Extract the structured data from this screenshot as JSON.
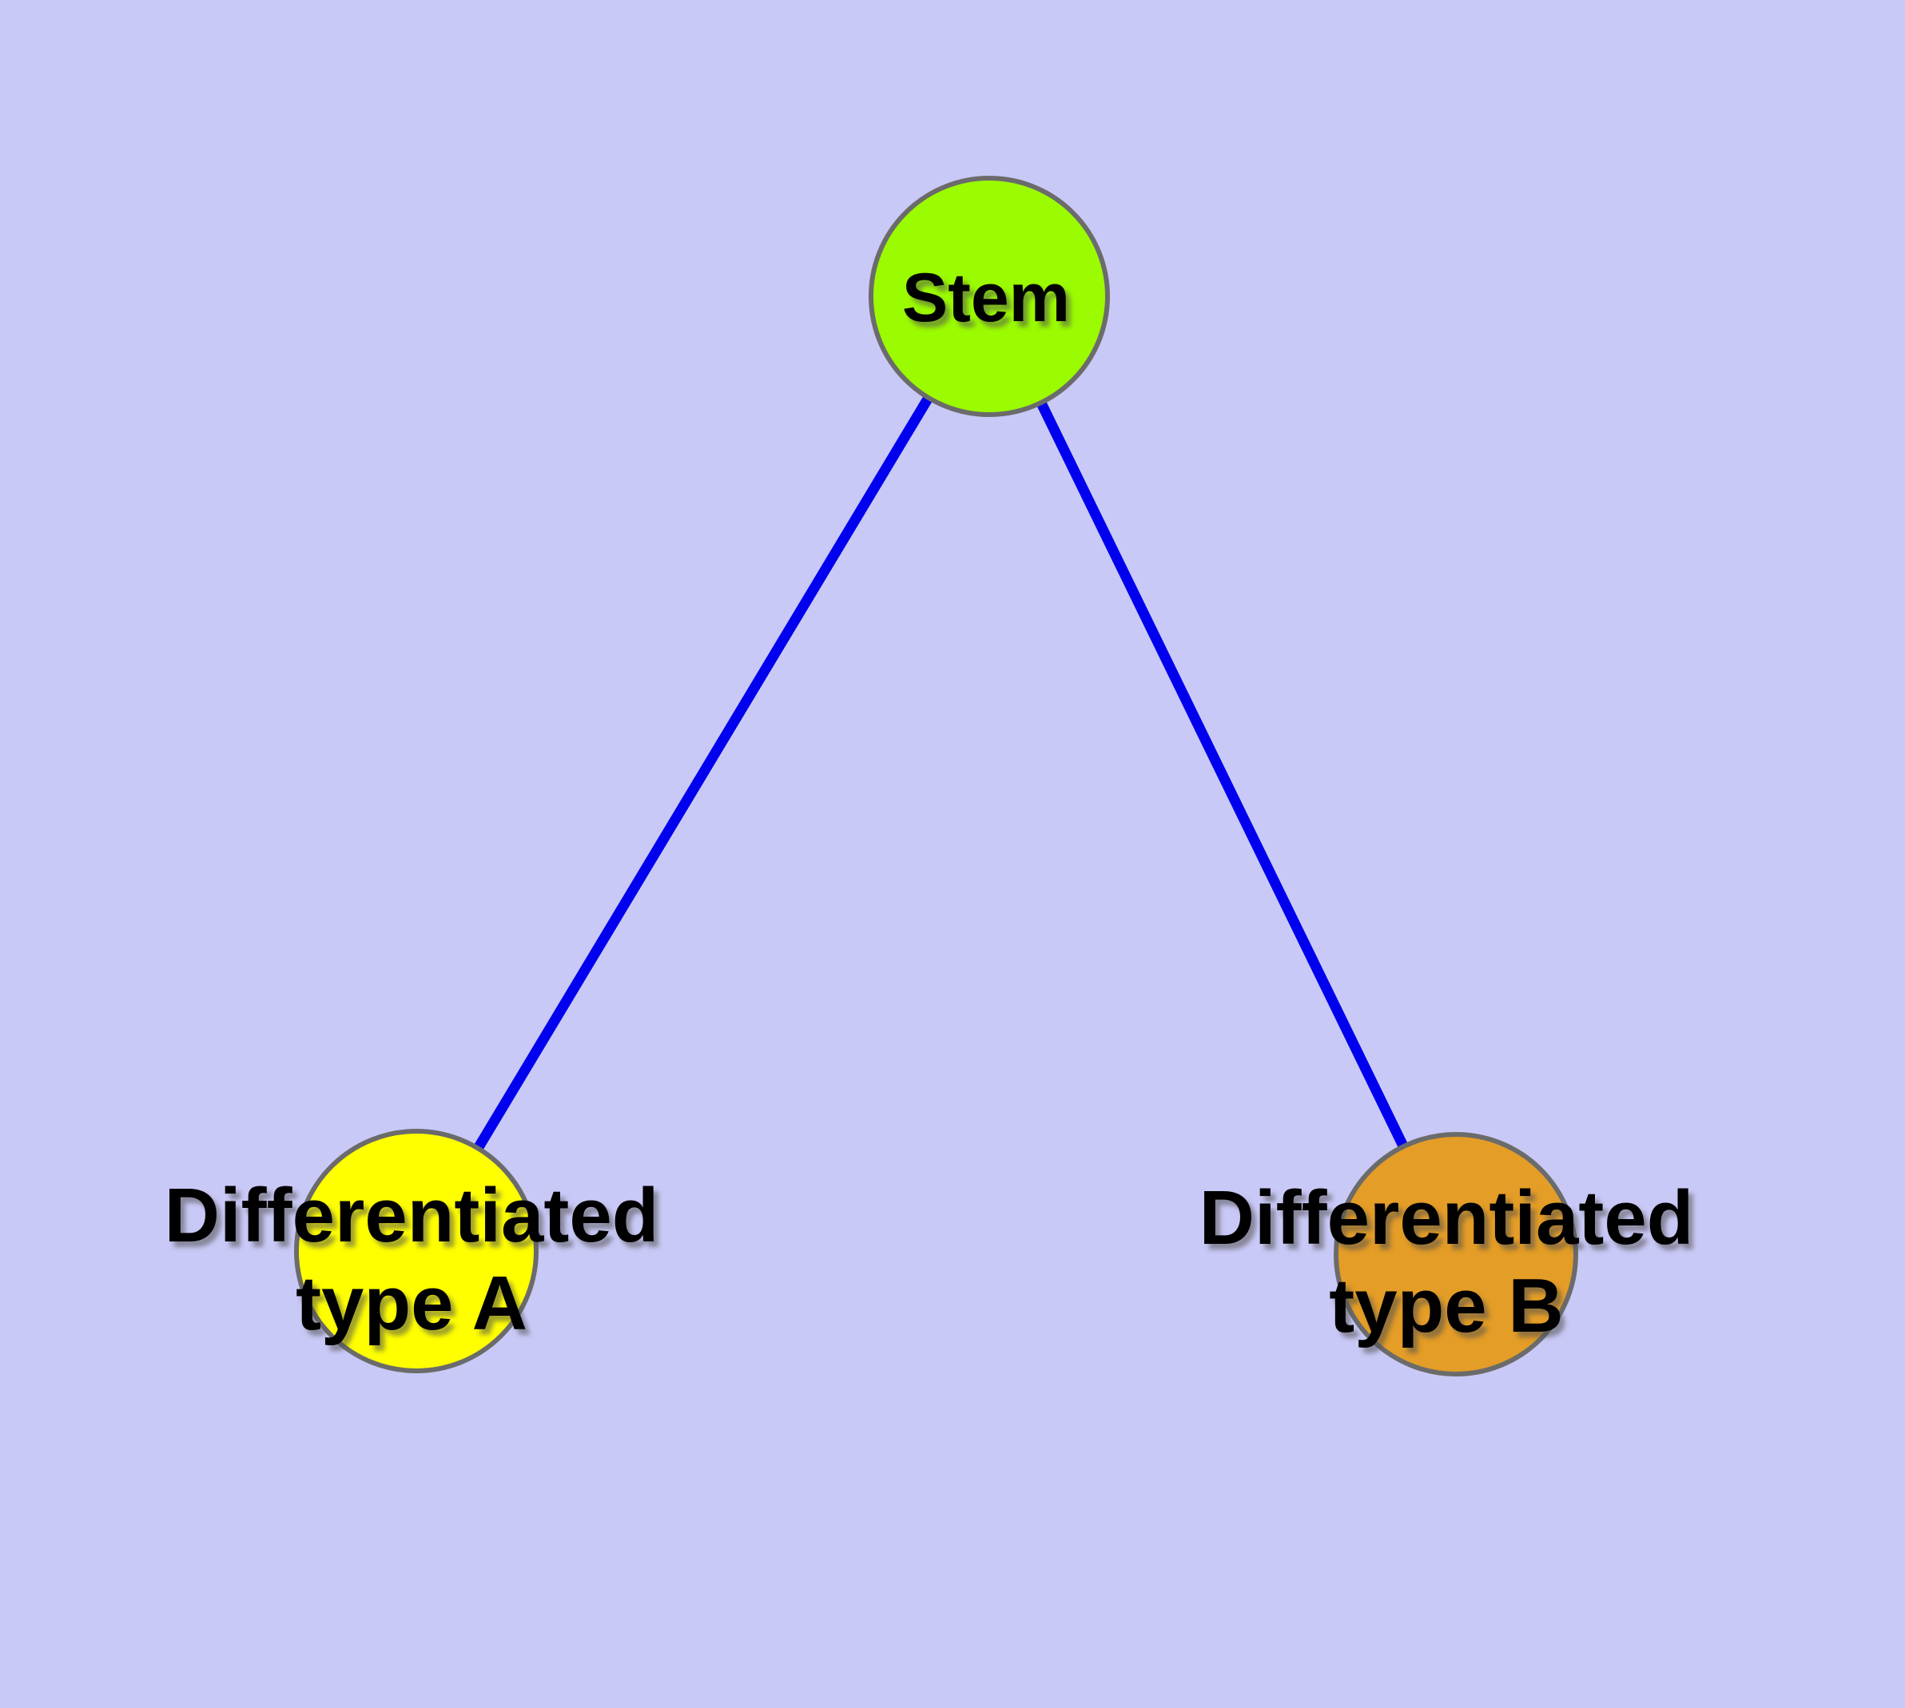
{
  "colors": {
    "background": "#C9C9F7",
    "edge": "#0000EE",
    "node_border": "#6B6B6B",
    "label_text": "#000000"
  },
  "graph": {
    "type": "node-link-diagram",
    "nodes": [
      {
        "id": "stem",
        "label_lines": [
          "Stem"
        ],
        "fill": "#9BFB00"
      },
      {
        "id": "differentiated-type-a",
        "label_lines": [
          "Differentiated",
          "type A"
        ],
        "fill": "#FFFF00"
      },
      {
        "id": "differentiated-type-b",
        "label_lines": [
          "Differentiated",
          "type B"
        ],
        "fill": "#E49D26"
      }
    ],
    "edges": [
      {
        "from": "Stem",
        "to": "Differentiated type A"
      },
      {
        "from": "Stem",
        "to": "Differentiated type B"
      }
    ]
  }
}
